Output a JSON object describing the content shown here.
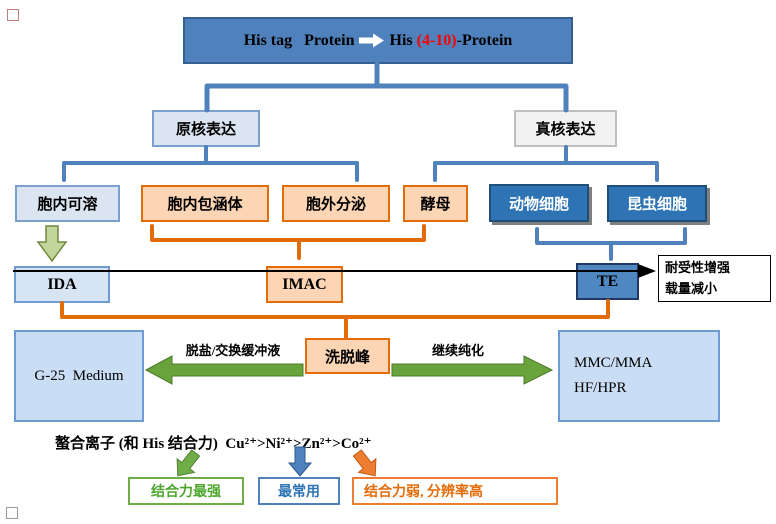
{
  "colors": {
    "blue_accent": "#4f81bd",
    "dark_blue_fill": "#2e74b5",
    "light_blue_fill": "#dbe5f1",
    "panel_blue_fill": "#c9ddf5",
    "orange_accent": "#e36c0a",
    "peach_fill": "#fcd5b4",
    "green_accent": "#70ad47",
    "red_text": "#ff0000"
  },
  "icons": {
    "title_arrow": "right-block-arrow",
    "soluble_arrow": "down-block-arrow",
    "desalt_arrow": "left-block-arrow",
    "purify_arrow": "right-block-arrow",
    "strongest_arrow": "down-left-block-arrow",
    "common_arrow": "down-block-arrow",
    "weak_arrow": "down-right-block-arrow"
  },
  "title": {
    "part1": "His tag   Protein ",
    "part2": " His ",
    "red": "(4-10)",
    "part3": "-Protein"
  },
  "expression": {
    "prokaryotic": "原核表达",
    "eukaryotic": "真核表达",
    "intracellular_soluble": "胞内可溶",
    "inclusion_body": "胞内包涵体",
    "extracellular_secretion": "胞外分泌",
    "yeast": "酵母",
    "animal_cells": "动物细胞",
    "insect_cells": "昆虫细胞"
  },
  "purification": {
    "ida": "IDA",
    "imac": "IMAC",
    "te": "TE",
    "note_line1": "耐受性增强",
    "note_line2": "载量减小",
    "elution_peak": "洗脱峰",
    "desalt_label": "脱盐/交换缓冲液",
    "continue_label": "继续纯化",
    "g25": "G-25  Medium",
    "mmc_line1": "MMC/MMA",
    "mmc_line2": "HF/HPR"
  },
  "affinity": {
    "statement": "螯合离子 (和 His 结合力)  Cu²⁺>Ni²⁺>Zn²⁺>Co²⁺",
    "strongest": "结合力最强",
    "most_common": "最常用",
    "weak_high_resolution": "结合力弱, 分辨率高"
  }
}
